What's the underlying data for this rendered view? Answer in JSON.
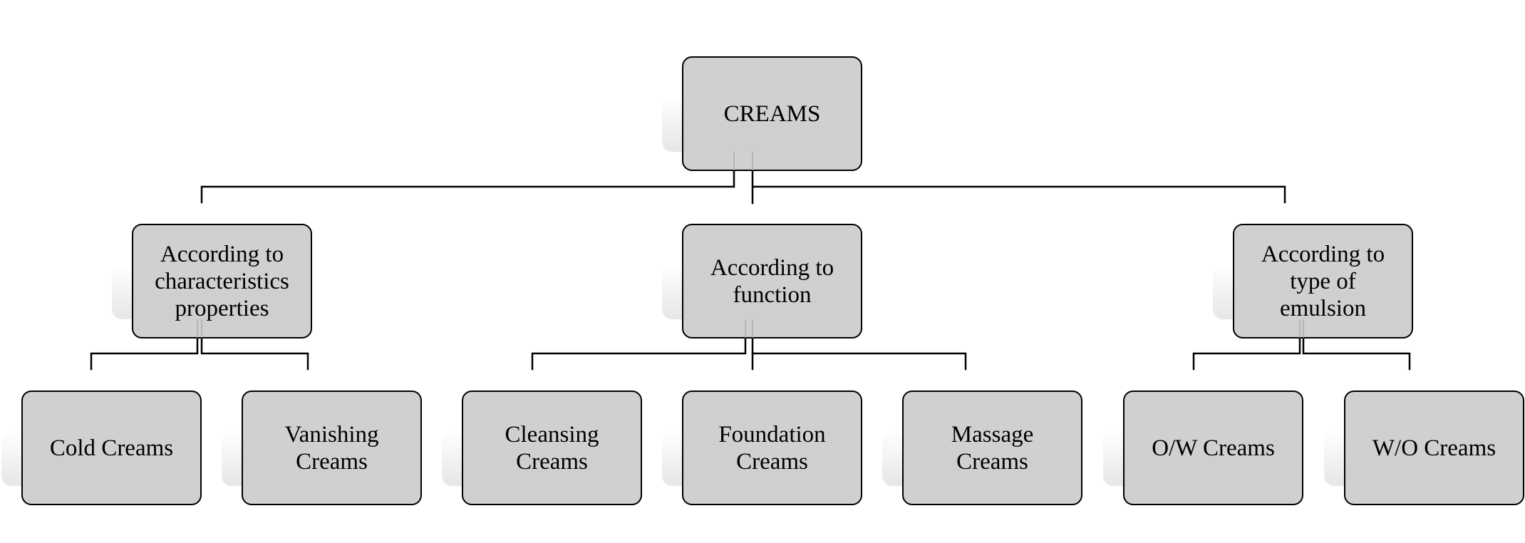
{
  "diagram": {
    "type": "hierarchy",
    "root": {
      "label": "CREAMS"
    },
    "categories": [
      {
        "label": "According to\ncharacteristics\nproperties",
        "children": [
          "Cold Creams",
          "Vanishing\nCreams"
        ]
      },
      {
        "label": "According to\nfunction",
        "children": [
          "Cleansing\nCreams",
          "Foundation\nCreams",
          "Massage\nCreams"
        ]
      },
      {
        "label": "According to\ntype of\nemulsion",
        "children": [
          "O/W Creams",
          "W/O Creams"
        ]
      }
    ]
  },
  "colors": {
    "node_fill": "#cccccc",
    "node_border": "#000000",
    "connector": "#000000",
    "background": "#ffffff"
  }
}
